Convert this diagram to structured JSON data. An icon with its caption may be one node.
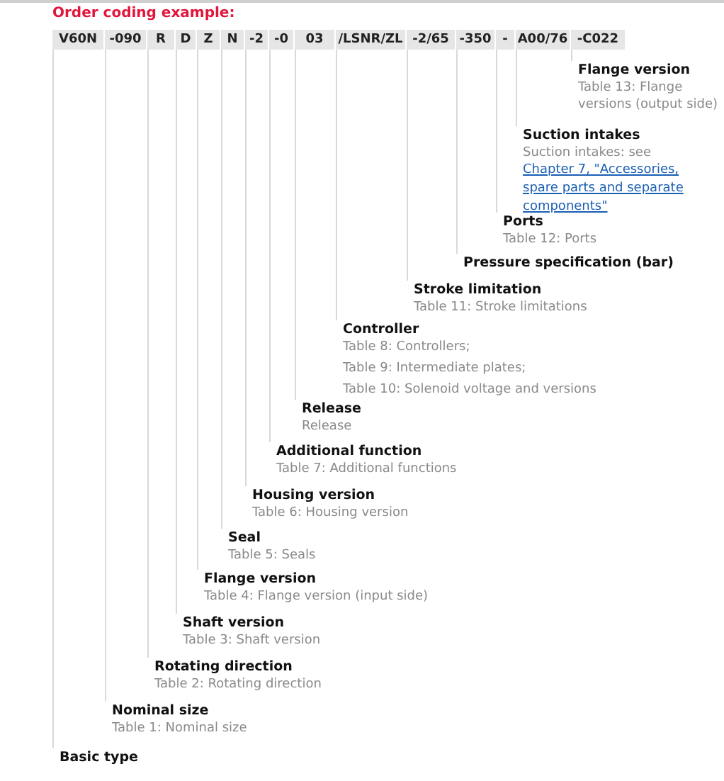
{
  "diagram": {
    "title": "Order coding example:",
    "nodes": [
      {
        "text": [
          "V60N"
        ]
      },
      {
        "text": [
          "-090"
        ]
      },
      {
        "text": [
          "R"
        ]
      },
      {
        "text": [
          "D"
        ]
      },
      {
        "text": [
          "Z"
        ]
      },
      {
        "text": [
          "N"
        ]
      },
      {
        "text": [
          "-2"
        ]
      },
      {
        "text": [
          "-0"
        ]
      },
      {
        "text": [
          "03"
        ]
      },
      {
        "text": [
          "/LSNR/ZL"
        ]
      },
      {
        "text": [
          "-2/65"
        ]
      },
      {
        "text": [
          "-350"
        ]
      },
      {
        "text": [
          "-"
        ]
      },
      {
        "text": [
          "A00/76"
        ]
      },
      {
        "text": [
          "-C022"
        ]
      },
      {
        "text": [
          "Flange version",
          "Table 13: Flange versions (output side)"
        ]
      },
      {
        "text": [
          "Suction intakes",
          "Suction intakes: see",
          "Chapter 7, \"Accessories, spare parts and separate components\""
        ]
      },
      {
        "text": [
          "Ports",
          "Table 12: Ports"
        ]
      },
      {
        "text": [
          "Pressure specification (bar)"
        ]
      },
      {
        "text": [
          "Stroke limitation",
          "Table 11: Stroke limitations"
        ]
      },
      {
        "text": [
          "Controller",
          "Table 8: Controllers;",
          "Table 9: Intermediate plates;",
          "Table 10: Solenoid voltage and versions"
        ]
      },
      {
        "text": [
          "Release",
          "Release"
        ]
      },
      {
        "text": [
          "Additional function",
          "Table 7: Additional functions"
        ]
      },
      {
        "text": [
          "Housing version",
          "Table 6: Housing version"
        ]
      },
      {
        "text": [
          "Seal",
          "Table 5: Seals"
        ]
      },
      {
        "text": [
          "Flange version",
          "Table 4: Flange version (input side)"
        ]
      },
      {
        "text": [
          "Shaft version",
          "Table 3: Shaft version"
        ]
      },
      {
        "text": [
          "Rotating direction",
          "Table 2: Rotating direction"
        ]
      },
      {
        "text": [
          "Nominal size",
          "Table 1: Nominal size"
        ]
      },
      {
        "text": [
          "Basic type"
        ]
      }
    ],
    "edges": [
      {
        "from": 14,
        "to": 15,
        "arrow": "none"
      },
      {
        "from": 13,
        "to": 16,
        "arrow": "none"
      },
      {
        "from": 12,
        "to": 17,
        "arrow": "none"
      },
      {
        "from": 11,
        "to": 18,
        "arrow": "none"
      },
      {
        "from": 10,
        "to": 19,
        "arrow": "none"
      },
      {
        "from": 9,
        "to": 20,
        "arrow": "none"
      },
      {
        "from": 8,
        "to": 21,
        "arrow": "none"
      },
      {
        "from": 7,
        "to": 22,
        "arrow": "none"
      },
      {
        "from": 6,
        "to": 23,
        "arrow": "none"
      },
      {
        "from": 5,
        "to": 24,
        "arrow": "none"
      },
      {
        "from": 4,
        "to": 25,
        "arrow": "none"
      },
      {
        "from": 3,
        "to": 26,
        "arrow": "none"
      },
      {
        "from": 2,
        "to": 27,
        "arrow": "none"
      },
      {
        "from": 1,
        "to": 28,
        "arrow": "none"
      },
      {
        "from": 0,
        "to": 29,
        "arrow": "none"
      }
    ]
  }
}
